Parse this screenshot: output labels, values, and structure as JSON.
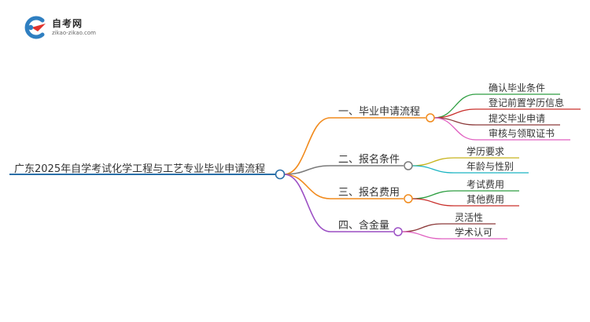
{
  "logo": {
    "title": "自考网",
    "subtitle": "zikao-zikao.com",
    "colors": {
      "blue": "#2f7fc1",
      "red": "#e2322b"
    }
  },
  "mindmap": {
    "root": {
      "label": "广东2025年自学考试化学工程与工艺专业毕业申请流程",
      "color": "#2a6fa8"
    },
    "branches": [
      {
        "label": "一、毕业申请流程",
        "color": "#f18a1c",
        "children": [
          {
            "label": "确认毕业条件",
            "color": "#2e9e41"
          },
          {
            "label": "登记前置学历信息",
            "color": "#c9302c"
          },
          {
            "label": "提交毕业申请",
            "color": "#8c3a3a"
          },
          {
            "label": "审核与领取证书",
            "color": "#e05fc0"
          }
        ]
      },
      {
        "label": "二、报名条件",
        "color": "#7a7a7a",
        "children": [
          {
            "label": "学历要求",
            "color": "#c8b41e"
          },
          {
            "label": "年龄与性别",
            "color": "#1bb5c2"
          }
        ]
      },
      {
        "label": "三、报名费用",
        "color": "#f18a1c",
        "children": [
          {
            "label": "考试费用",
            "color": "#2e9e41"
          },
          {
            "label": "其他费用",
            "color": "#c9302c"
          }
        ]
      },
      {
        "label": "四、含金量",
        "color": "#9b4fc4",
        "children": [
          {
            "label": "灵活性",
            "color": "#8c3a3a"
          },
          {
            "label": "学术认可",
            "color": "#e05fc0"
          }
        ]
      }
    ]
  }
}
